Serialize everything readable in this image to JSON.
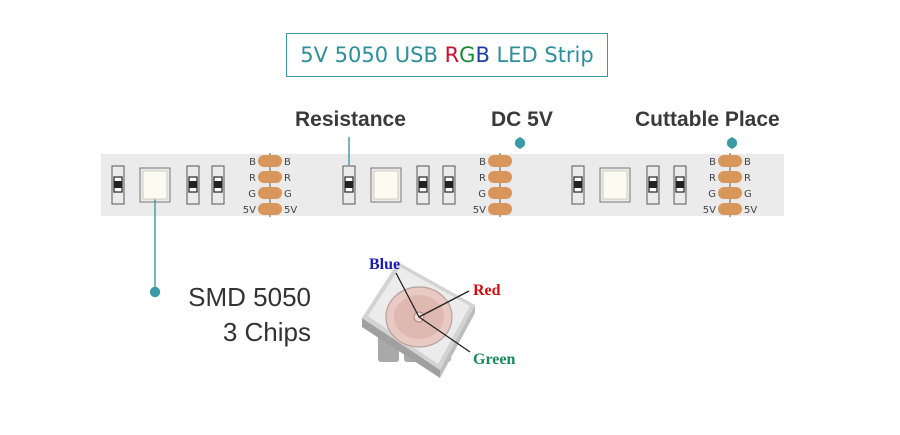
{
  "title": {
    "prefix": "5V 5050 USB ",
    "r": "R",
    "g": "G",
    "b": "B",
    "suffix": " LED Strip",
    "colors": {
      "text": "#2d8e9c",
      "r": "#c8102e",
      "g": "#1a8a3a",
      "b": "#1f3fa8"
    }
  },
  "callouts": {
    "resistance": "Resistance",
    "dc5v": "DC 5V",
    "cuttable": "Cuttable Place",
    "smd_line1": "SMD 5050",
    "smd_line2": "3 Chips"
  },
  "pad_labels": [
    "B",
    "R",
    "G",
    "5V"
  ],
  "chip_labels": {
    "blue": "Blue",
    "red": "Red",
    "green": "Green",
    "colors": {
      "blue": "#1a1ab8",
      "red": "#cc1010",
      "green": "#1a8a5a"
    }
  },
  "colors": {
    "strip": "#ebebeb",
    "pad": "#d9965a",
    "accent": "#3a9aa6",
    "resistor": "#222222"
  }
}
